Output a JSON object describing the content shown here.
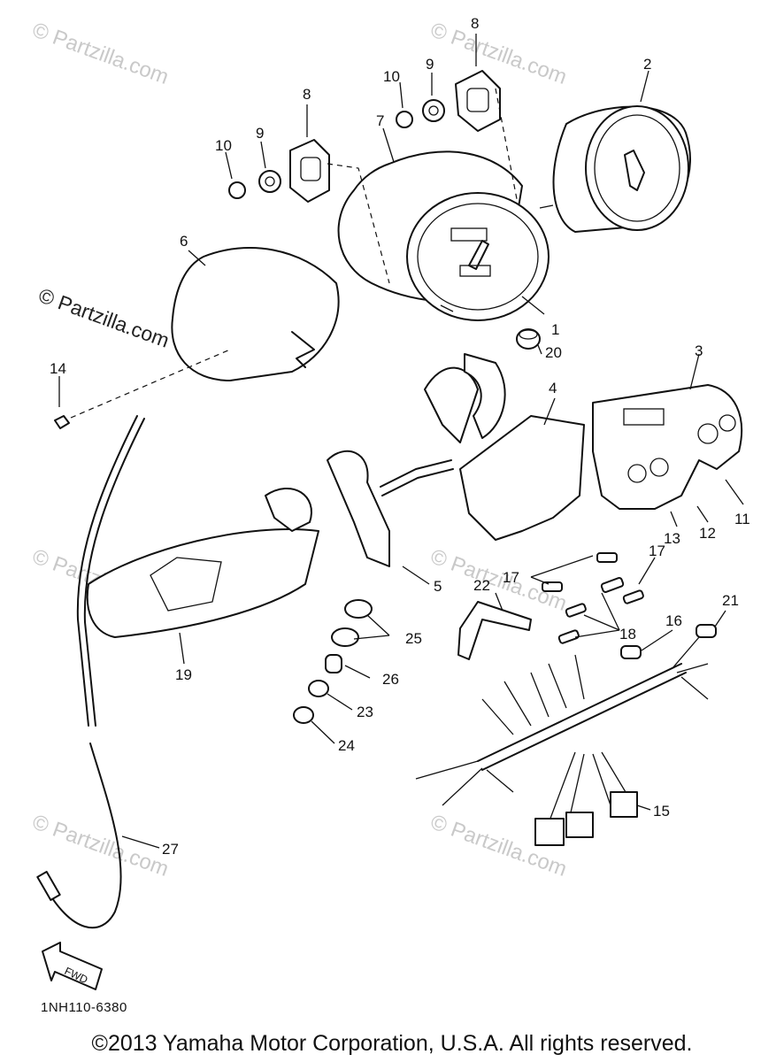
{
  "watermark": {
    "text": "© Partzilla.com"
  },
  "diagram": {
    "code": "1NH110-6380",
    "fwd_label": "FWD"
  },
  "copyright": "©2013 Yamaha Motor Corporation, U.S.A. All rights reserved.",
  "callouts": {
    "p1": "1",
    "p2": "2",
    "p3": "3",
    "p4": "4",
    "p5": "5",
    "p6": "6",
    "p7": "7",
    "p8a": "8",
    "p8b": "8",
    "p9a": "9",
    "p9b": "9",
    "p10a": "10",
    "p10b": "10",
    "p11": "11",
    "p12": "12",
    "p13": "13",
    "p14": "14",
    "p15": "15",
    "p16": "16",
    "p17a": "17",
    "p17b": "17",
    "p18": "18",
    "p19": "19",
    "p20": "20",
    "p21": "21",
    "p22": "22",
    "p23": "23",
    "p24": "24",
    "p25": "25",
    "p26": "26",
    "p27": "27"
  }
}
